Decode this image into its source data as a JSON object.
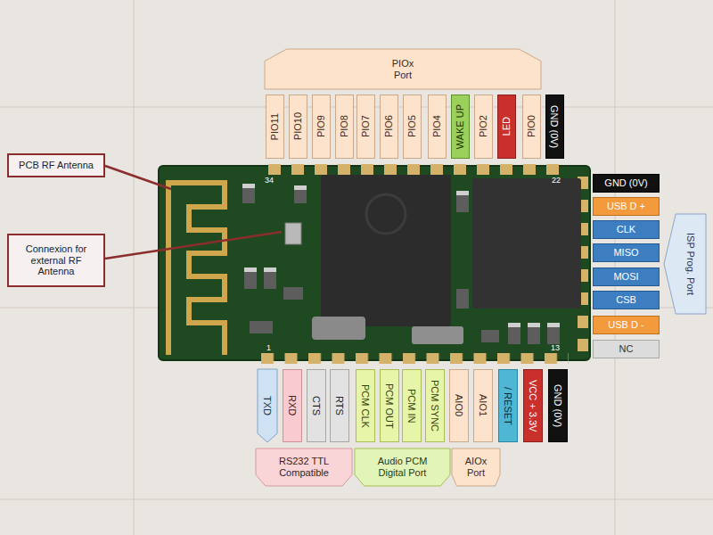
{
  "diagram": {
    "nodes": [
      {
        "text": [
          "PIOx Port"
        ]
      },
      {
        "text": [
          "PIO11"
        ]
      },
      {
        "text": [
          "PIO10"
        ]
      },
      {
        "text": [
          "PIO9"
        ]
      },
      {
        "text": [
          "PIO8"
        ]
      },
      {
        "text": [
          "PIO7"
        ]
      },
      {
        "text": [
          "PIO6"
        ]
      },
      {
        "text": [
          "PIO5"
        ]
      },
      {
        "text": [
          "PIO4"
        ]
      },
      {
        "text": [
          "WAKE UP"
        ]
      },
      {
        "text": [
          "PIO2"
        ]
      },
      {
        "text": [
          "LED"
        ]
      },
      {
        "text": [
          "PIO0"
        ]
      },
      {
        "text": [
          "GND (0V)"
        ]
      },
      {
        "text": [
          "PCB RF Antenna"
        ]
      },
      {
        "text": [
          "Connexion for external RF Antenna"
        ]
      },
      {
        "text": [
          "GND (0V)"
        ]
      },
      {
        "text": [
          "USB D +"
        ]
      },
      {
        "text": [
          "CLK"
        ]
      },
      {
        "text": [
          "MISO"
        ]
      },
      {
        "text": [
          "MOSI"
        ]
      },
      {
        "text": [
          "CSB"
        ]
      },
      {
        "text": [
          "USB D -"
        ]
      },
      {
        "text": [
          "NC"
        ]
      },
      {
        "text": [
          "ISP Prog. Port"
        ]
      },
      {
        "text": [
          "TXD"
        ]
      },
      {
        "text": [
          "RXD"
        ]
      },
      {
        "text": [
          "CTS"
        ]
      },
      {
        "text": [
          "RTS"
        ]
      },
      {
        "text": [
          "PCM CLK"
        ]
      },
      {
        "text": [
          "PCM OUT"
        ]
      },
      {
        "text": [
          "PCM IN"
        ]
      },
      {
        "text": [
          "PCM SYNC"
        ]
      },
      {
        "text": [
          "AIO0"
        ]
      },
      {
        "text": [
          "AIO1"
        ]
      },
      {
        "text": [
          "/ RESET"
        ]
      },
      {
        "text": [
          "VCC + 3.3V"
        ]
      },
      {
        "text": [
          "GND (0V)"
        ]
      },
      {
        "text": [
          "RS232 TTL Compatible"
        ]
      },
      {
        "text": [
          "Audio PCM Digital Port"
        ]
      },
      {
        "text": [
          "AIOx Port"
        ]
      }
    ],
    "labels": [
      "34",
      "22",
      "1",
      "13"
    ]
  }
}
